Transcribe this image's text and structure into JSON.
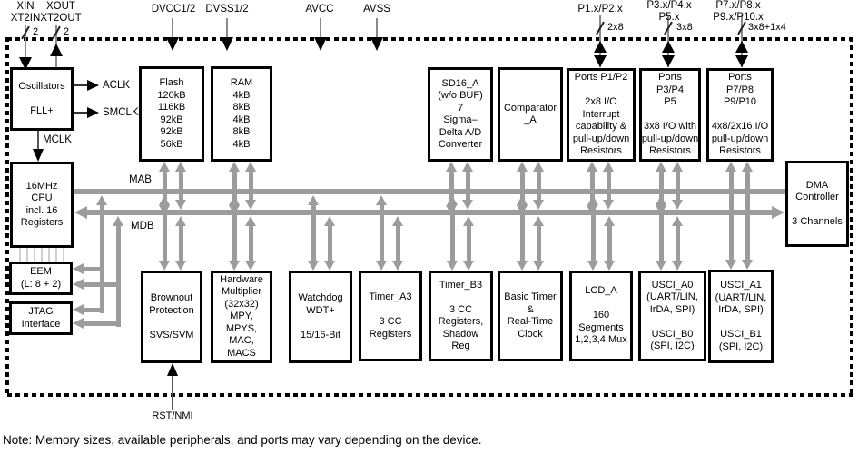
{
  "note": "Note: Memory sizes, available peripherals, and ports may vary depending on the device.",
  "pins": {
    "xin": {
      "l1": "XIN",
      "l2": "XT2IN",
      "bus": "2"
    },
    "xout": {
      "l1": "XOUT",
      "l2": "XT2OUT",
      "bus": "2"
    },
    "dvcc": {
      "l1": "DVCC1/2"
    },
    "dvss": {
      "l1": "DVSS1/2"
    },
    "avcc": {
      "l1": "AVCC"
    },
    "avss": {
      "l1": "AVSS"
    },
    "p12": {
      "l1": "P1.x/P2.x",
      "bus": "2x8"
    },
    "p345": {
      "l1": "P3.x/P4.x",
      "l2": "P5.x",
      "bus": "3x8"
    },
    "p78910": {
      "l1": "P7.x/P8.x",
      "l2": "P9.x/P10.x",
      "bus": "3x8+1x4"
    },
    "rst": {
      "over": "RST",
      "rest": "/NMI"
    }
  },
  "clocks": {
    "aclk": "ACLK",
    "smclk": "SMCLK",
    "mclk": "MCLK"
  },
  "buses": {
    "mab": "MAB",
    "mdb": "MDB"
  },
  "blocks": {
    "oscillators": [
      "Oscillators",
      "",
      "FLL+"
    ],
    "cpu": [
      "16MHz",
      "CPU",
      "incl. 16",
      "Registers"
    ],
    "eem": [
      "EEM",
      "(L: 8 + 2)"
    ],
    "jtag": [
      "JTAG",
      "Interface"
    ],
    "flash": [
      "Flash",
      "120kB",
      "116kB",
      "92kB",
      "92kB",
      "56kB"
    ],
    "ram": [
      "RAM",
      "4kB",
      "8kB",
      "4kB",
      "8kB",
      "4kB"
    ],
    "sd16": [
      "SD16_A",
      "(w/o BUF)",
      "7",
      "Sigma–",
      "Delta A/D",
      "Converter"
    ],
    "comparator": [
      "Comparator",
      "_A"
    ],
    "ports12": [
      "Ports P1/P2",
      "",
      "2x8 I/O",
      "Interrupt",
      "capability &",
      "pull-up/down",
      "Resistors"
    ],
    "ports345": [
      "Ports",
      "P3/P4",
      "P5",
      "",
      "3x8 I/O with",
      "pull-up/down",
      "Resistors"
    ],
    "ports78910": [
      "Ports",
      "P7/P8",
      "P9/P10",
      "",
      "4x8/2x16 I/O",
      "pull-up/down",
      "Resistors"
    ],
    "dma": [
      "DMA",
      "Controller",
      "",
      "3 Channels"
    ],
    "brownout": [
      "Brownout",
      "Protection",
      "",
      "SVS/SVM"
    ],
    "multiplier": [
      "Hardware",
      "Multiplier",
      "(32x32)",
      "MPY,",
      "MPYS,",
      "MAC,",
      "MACS"
    ],
    "watchdog": [
      "Watchdog",
      "WDT+",
      "",
      "15/16-Bit"
    ],
    "timera3": [
      "Timer_A3",
      "",
      "3 CC",
      "Registers"
    ],
    "timerb3": [
      "Timer_B3",
      "",
      "3 CC",
      "Registers,",
      "Shadow",
      "Reg"
    ],
    "basictimer": [
      "Basic Timer",
      "&",
      "Real-Time",
      "Clock"
    ],
    "lcda": [
      "LCD_A",
      "",
      "160",
      "Segments",
      "1,2,3,4 Mux"
    ],
    "uscia0": [
      "USCI_A0",
      "(UART/LIN,",
      "IrDA, SPI)",
      "",
      "USCI_B0",
      "(SPI, I2C)"
    ],
    "uscia1": [
      "USCI_A1",
      "(UART/LIN,",
      "IrDA, SPI)",
      "",
      "USCI_B1",
      "(SPI, I2C)"
    ]
  },
  "colors": {
    "wire_gray": "#9c9c9c",
    "ribbon_gray": "#d0d0d0",
    "black": "#000000",
    "background": "#ffffff"
  }
}
